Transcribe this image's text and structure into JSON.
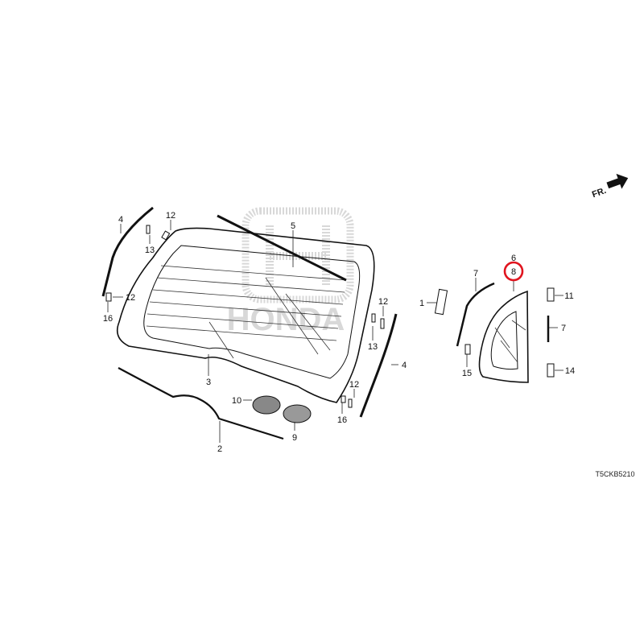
{
  "diagram": {
    "labels": [
      "4",
      "12",
      "13",
      "5",
      "12",
      "16",
      "3",
      "10",
      "9",
      "2",
      "12",
      "13",
      "4",
      "12",
      "16",
      "1",
      "7",
      "6",
      "8",
      "11",
      "7",
      "15",
      "14"
    ],
    "diagram_code": "T5CKB5210",
    "front_indicator": "FR.",
    "watermark": "HONDA",
    "highlight_color": "#e0141e",
    "highlighted_part": "8"
  }
}
